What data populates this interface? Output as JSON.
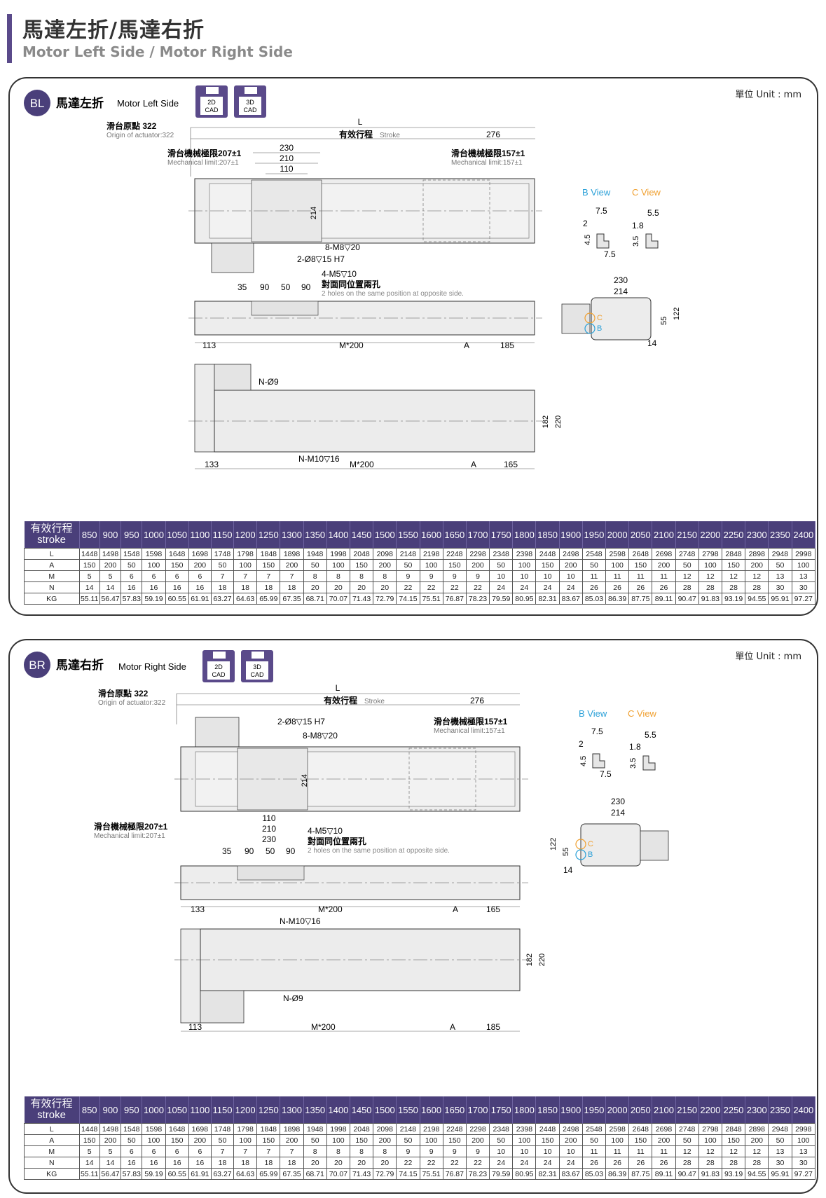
{
  "header": {
    "title_cn": "馬達左折/馬達右折",
    "title_en": "Motor Left Side / Motor Right Side"
  },
  "unit": "單位 Unit : mm",
  "colors": {
    "accent": "#4a3f7a",
    "orange": "#f0a030",
    "blue": "#2aa0d8"
  },
  "panels": [
    {
      "badge": "BL",
      "title_cn": "馬達左折",
      "title_en": "Motor Left Side"
    },
    {
      "badge": "BR",
      "title_cn": "馬達右折",
      "title_en": "Motor Right Side"
    }
  ],
  "cad": {
    "cad2d_line1": "2D",
    "cad3d_line1": "3D",
    "line2": "CAD"
  },
  "labels": {
    "origin_cn": "滑台原點 322",
    "origin_en": "Origin of actuator:322",
    "L": "L",
    "stroke_cn": "有效行程",
    "stroke_en": "Stroke",
    "limit207_cn": "滑台機械極限207±1",
    "limit207_en": "Mechanical limit:207±1",
    "limit157_cn": "滑台機械極限157±1",
    "limit157_en": "Mechanical limit:157±1",
    "d230": "230",
    "d210": "210",
    "d110": "110",
    "d276": "276",
    "d214": "214",
    "m8": "8-M8▽20",
    "pin": "2-Ø8▽15 H7",
    "m5": "4-M5▽10",
    "same_cn": "對面同位置兩孔",
    "same_en": "2 holes on the same position at opposite side.",
    "d35": "35",
    "d90": "90",
    "d50": "50",
    "d113": "113",
    "d133": "133",
    "d185": "185",
    "d165": "165",
    "m200": "M*200",
    "A": "A",
    "n9": "N-Ø9",
    "n10": "N-M10▽16",
    "d182": "182",
    "d220": "220",
    "bview": "B View",
    "cview": "C View",
    "d75": "7.5",
    "d2": "2",
    "d45": "4.5",
    "d55b": "5.5",
    "d18": "1.8",
    "d35b": "3.5",
    "d122": "122",
    "d55": "55",
    "d14": "14",
    "B": "B",
    "C": "C"
  },
  "table": {
    "head_cn": "有效行程",
    "head_en": "stroke",
    "strokes": [
      "850",
      "900",
      "950",
      "1000",
      "1050",
      "1100",
      "1150",
      "1200",
      "1250",
      "1300",
      "1350",
      "1400",
      "1450",
      "1500",
      "1550",
      "1600",
      "1650",
      "1700",
      "1750",
      "1800",
      "1850",
      "1900",
      "1950",
      "2000",
      "2050",
      "2100",
      "2150",
      "2200",
      "2250",
      "2300",
      "2350",
      "2400"
    ],
    "rows": [
      {
        "label": "L",
        "values": [
          "1448",
          "1498",
          "1548",
          "1598",
          "1648",
          "1698",
          "1748",
          "1798",
          "1848",
          "1898",
          "1948",
          "1998",
          "2048",
          "2098",
          "2148",
          "2198",
          "2248",
          "2298",
          "2348",
          "2398",
          "2448",
          "2498",
          "2548",
          "2598",
          "2648",
          "2698",
          "2748",
          "2798",
          "2848",
          "2898",
          "2948",
          "2998"
        ]
      },
      {
        "label": "A",
        "values": [
          "150",
          "200",
          "50",
          "100",
          "150",
          "200",
          "50",
          "100",
          "150",
          "200",
          "50",
          "100",
          "150",
          "200",
          "50",
          "100",
          "150",
          "200",
          "50",
          "100",
          "150",
          "200",
          "50",
          "100",
          "150",
          "200",
          "50",
          "100",
          "150",
          "200",
          "50",
          "100"
        ]
      },
      {
        "label": "M",
        "values": [
          "5",
          "5",
          "6",
          "6",
          "6",
          "6",
          "7",
          "7",
          "7",
          "7",
          "8",
          "8",
          "8",
          "8",
          "9",
          "9",
          "9",
          "9",
          "10",
          "10",
          "10",
          "10",
          "11",
          "11",
          "11",
          "11",
          "12",
          "12",
          "12",
          "12",
          "13",
          "13"
        ]
      },
      {
        "label": "N",
        "values": [
          "14",
          "14",
          "16",
          "16",
          "16",
          "16",
          "18",
          "18",
          "18",
          "18",
          "20",
          "20",
          "20",
          "20",
          "22",
          "22",
          "22",
          "22",
          "24",
          "24",
          "24",
          "24",
          "26",
          "26",
          "26",
          "26",
          "28",
          "28",
          "28",
          "28",
          "30",
          "30"
        ]
      },
      {
        "label": "KG",
        "values": [
          "55.11",
          "56.47",
          "57.83",
          "59.19",
          "60.55",
          "61.91",
          "63.27",
          "64.63",
          "65.99",
          "67.35",
          "68.71",
          "70.07",
          "71.43",
          "72.79",
          "74.15",
          "75.51",
          "76.87",
          "78.23",
          "79.59",
          "80.95",
          "82.31",
          "83.67",
          "85.03",
          "86.39",
          "87.75",
          "89.11",
          "90.47",
          "91.83",
          "93.19",
          "94.55",
          "95.91",
          "97.27"
        ]
      }
    ]
  }
}
